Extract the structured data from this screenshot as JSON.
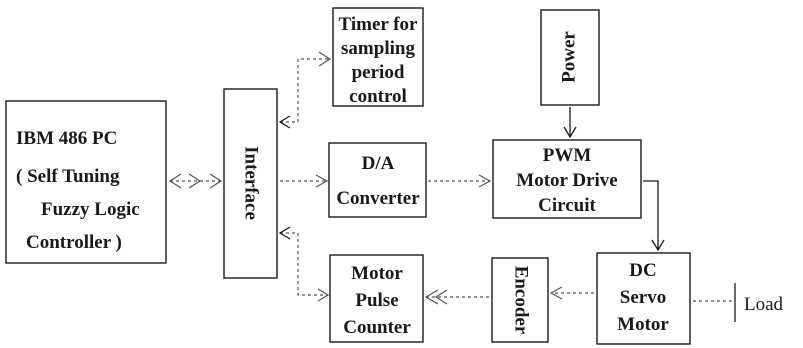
{
  "blocks": {
    "pc": {
      "lines": [
        "IBM 486 PC",
        "( Self Tuning",
        "Fuzzy Logic",
        "Controller )"
      ]
    },
    "interface": {
      "label": "Interface"
    },
    "timer": {
      "lines": [
        "Timer for",
        "sampling",
        "period",
        "control"
      ]
    },
    "dac": {
      "lines": [
        "D/A",
        "Converter"
      ]
    },
    "counter": {
      "lines": [
        "Motor",
        "Pulse",
        "Counter"
      ]
    },
    "power": {
      "label": "Power"
    },
    "pwm": {
      "lines": [
        "PWM",
        "Motor Drive",
        "Circuit"
      ]
    },
    "encoder": {
      "label": "Encoder"
    },
    "motor": {
      "lines": [
        "DC",
        "Servo",
        "Motor"
      ]
    },
    "load": {
      "label": "Load"
    }
  }
}
